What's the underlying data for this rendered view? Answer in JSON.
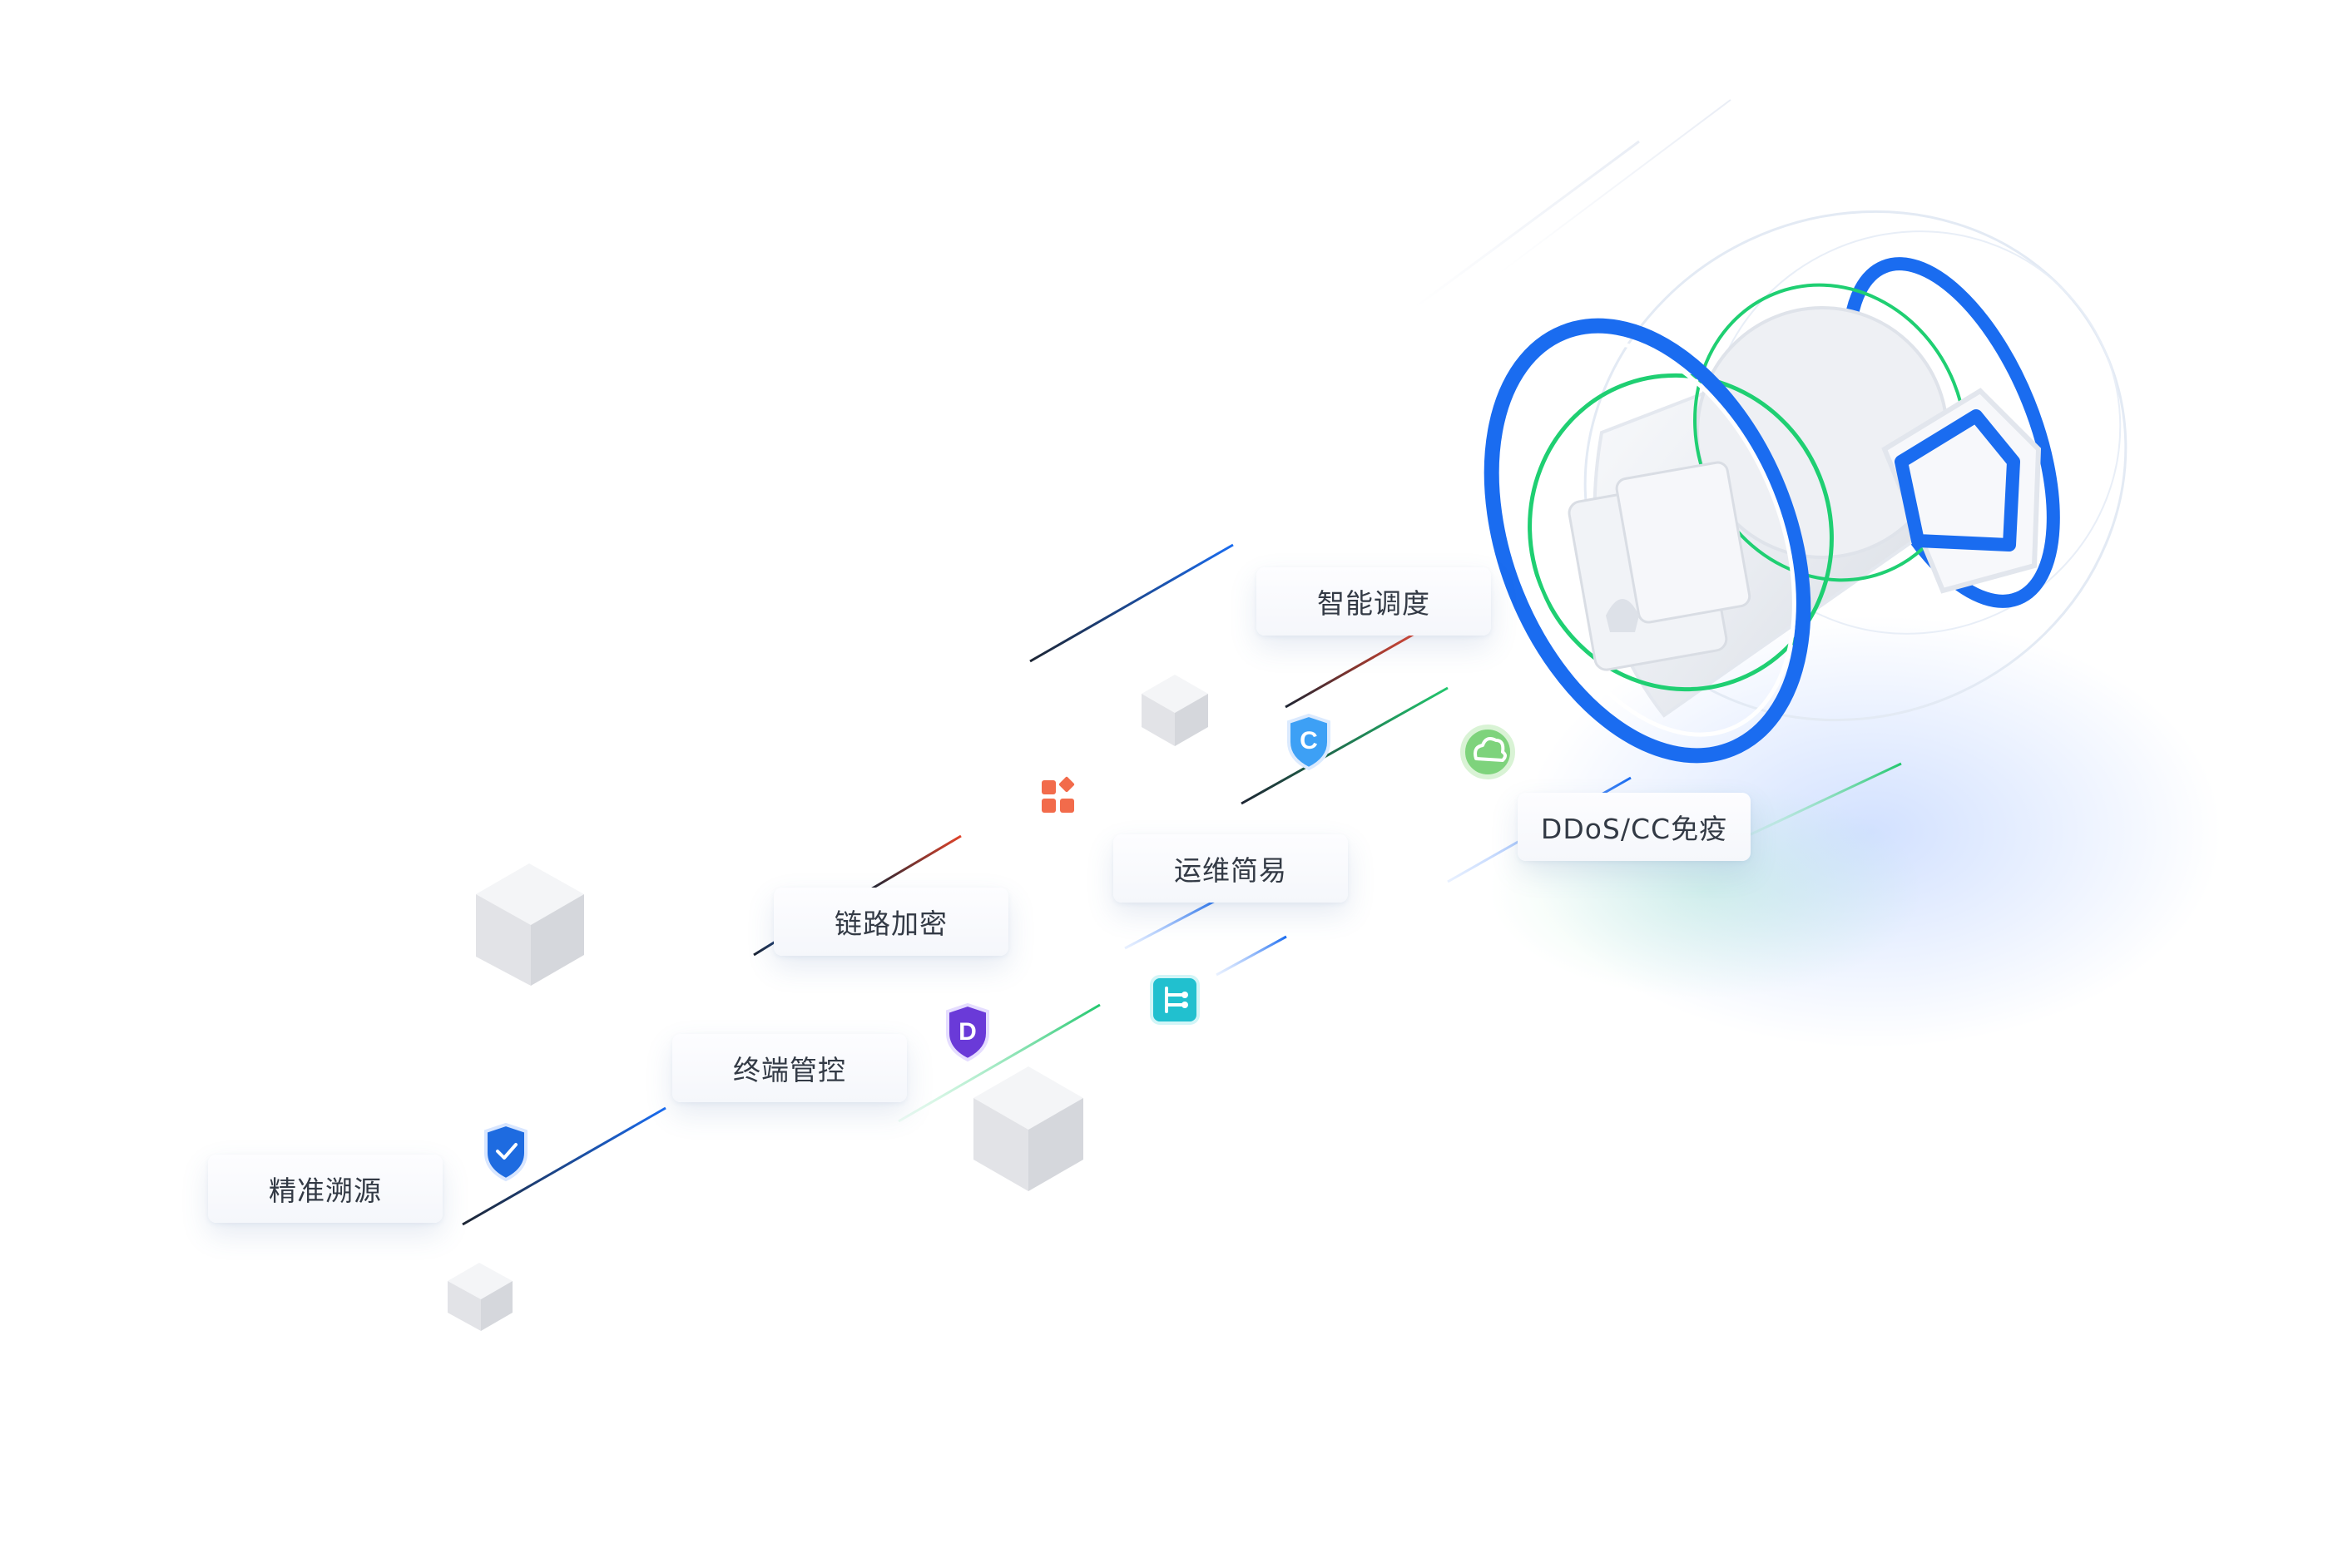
{
  "labels": {
    "ddos": "DDoS/CC免疫",
    "smart_dispatch": "智能调度",
    "easy_ops": "运维简易",
    "link_encrypt": "链路加密",
    "terminal_control": "终端管控",
    "precise_trace": "精准溯源"
  },
  "badges": {
    "c_letter": "C",
    "d_letter": "D"
  },
  "icons": [
    "shield-c-icon",
    "grid-apps-icon",
    "cloud-icon",
    "shield-d-icon",
    "network-branch-icon",
    "shield-check-icon"
  ],
  "colors": {
    "primary_blue": "#1a6cf0",
    "green": "#1fcf72",
    "orange": "#f06a3c",
    "purple": "#6a3ad8",
    "teal": "#21c0cf",
    "dark_line": "#1d2a3c",
    "cube_light": "#f1f2f5",
    "cube_left": "#e3e4e8",
    "cube_right": "#d4d6db"
  }
}
